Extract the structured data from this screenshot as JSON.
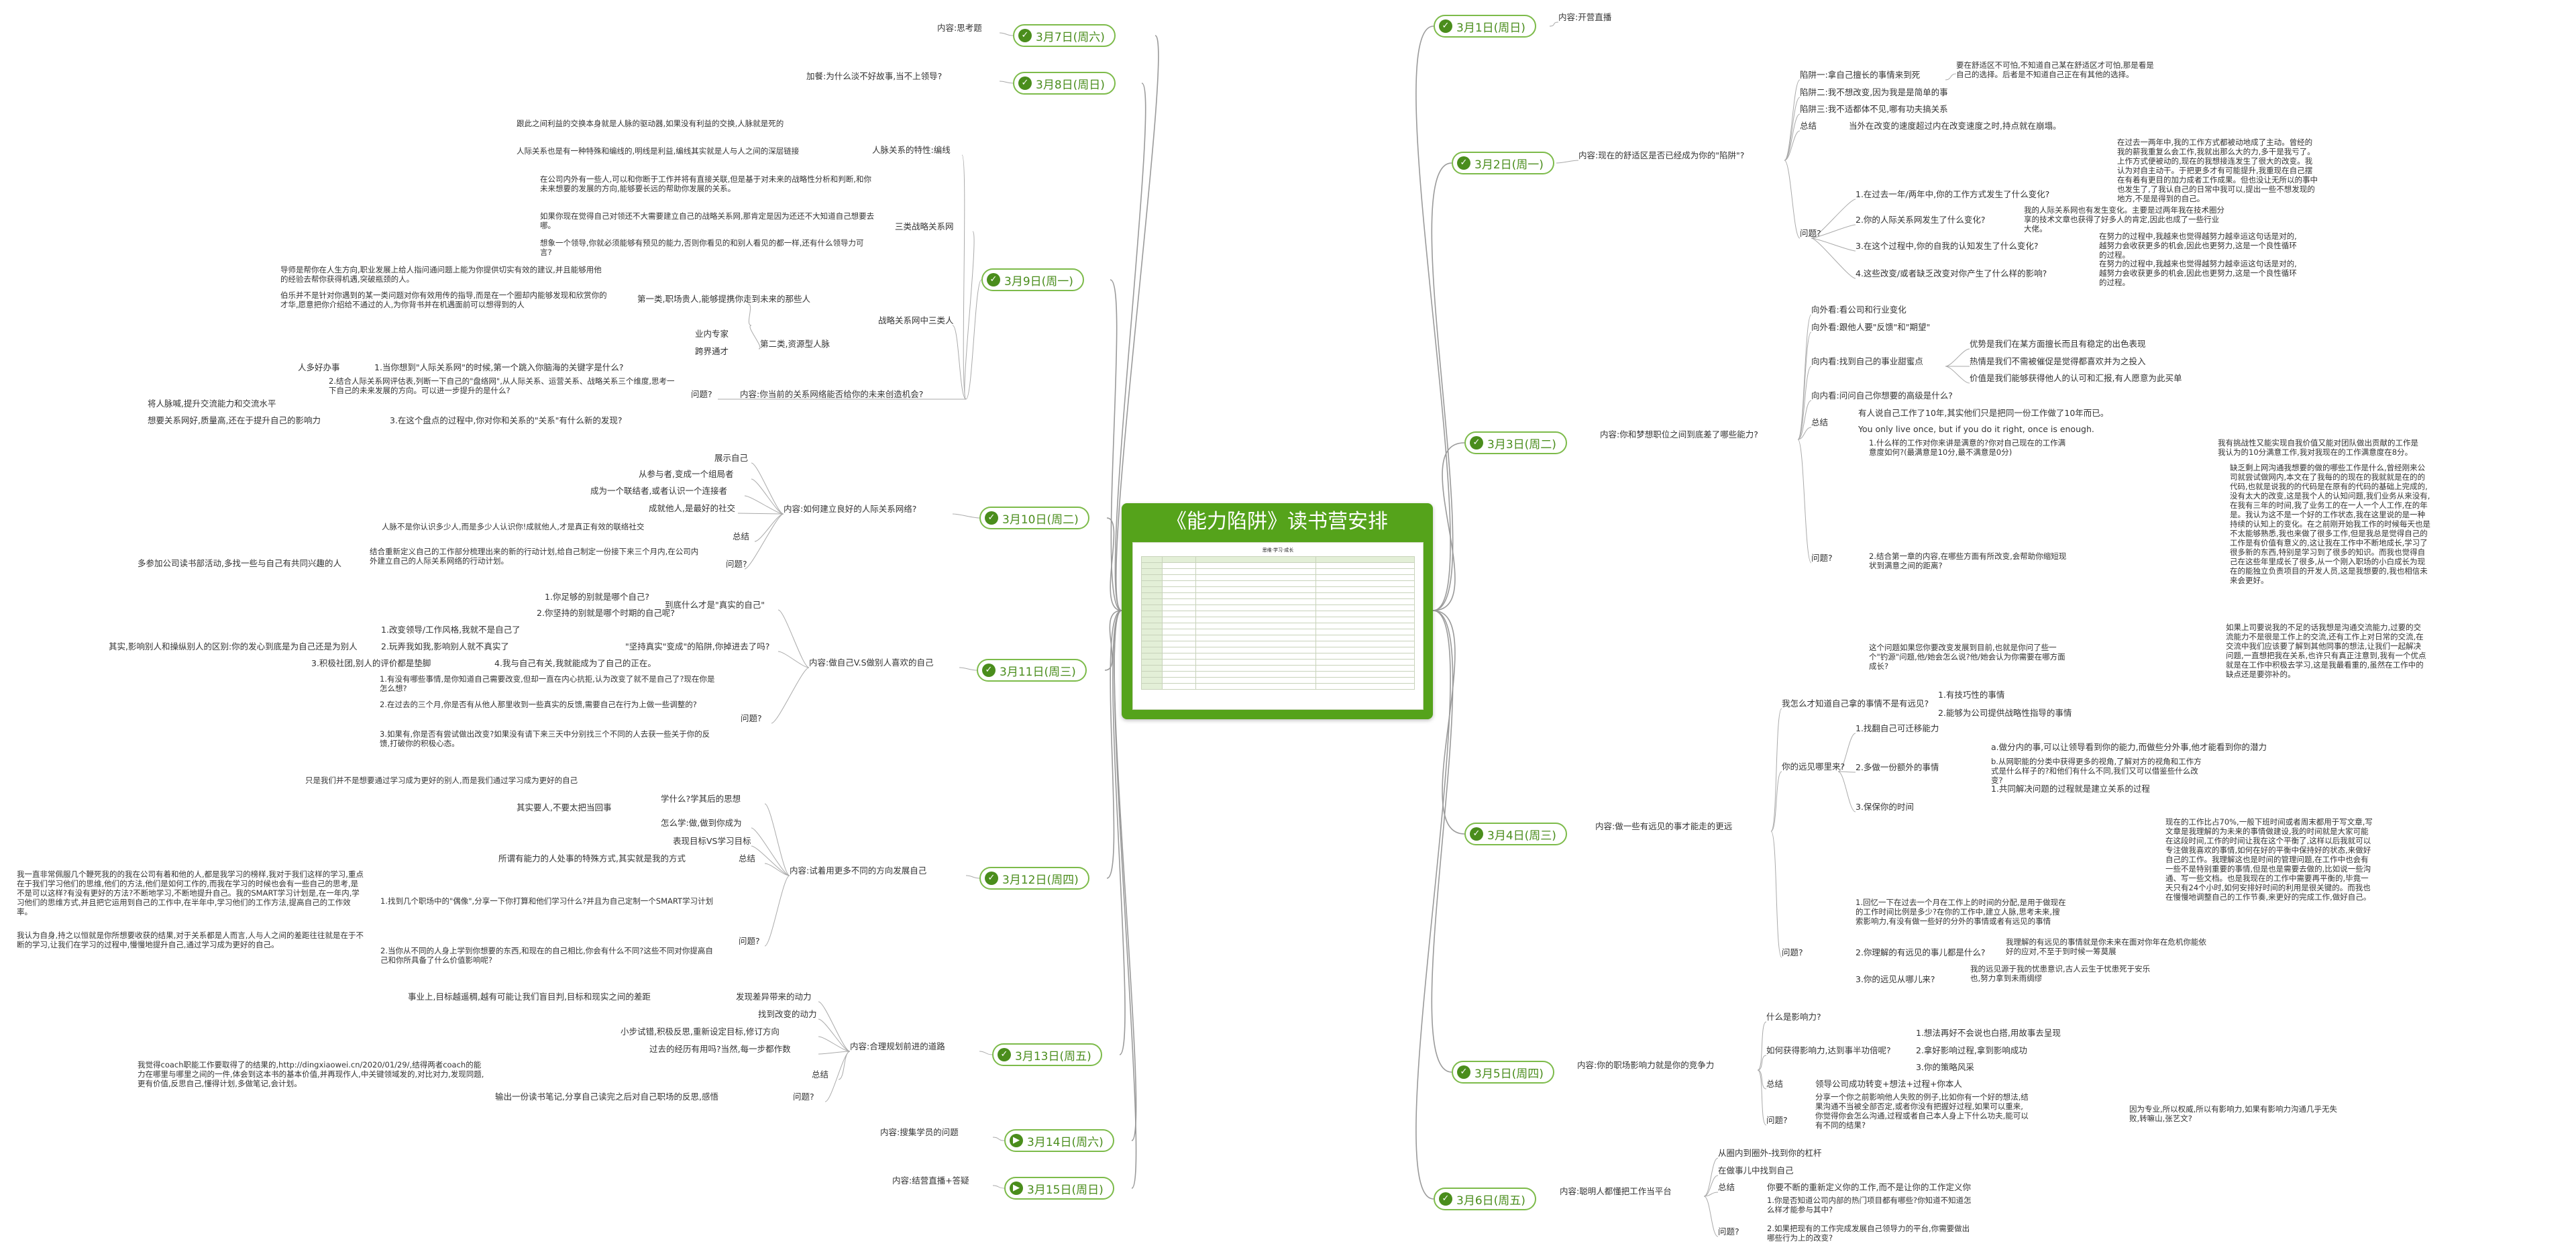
{
  "title": "《能力陷阱》读书营安排",
  "thumbnail_title": "思维·学习·成长",
  "days": {
    "r1": {
      "label": "3月1日(周日)",
      "content": "内容:开营直播"
    },
    "r2": {
      "label": "3月2日(周一)",
      "content": "内容:现在的舒适区是否已经成为你的\"陷阱\"?"
    },
    "r3": {
      "label": "3月3日(周二)",
      "content": "内容:你和梦想职位之间到底差了哪些能力?"
    },
    "r4": {
      "label": "3月4日(周三)",
      "content": "内容:做一些有远见的事才能走的更远"
    },
    "r5": {
      "label": "3月5日(周四)",
      "content": "内容:你的职场影响力就是你的竞争力"
    },
    "r6": {
      "label": "3月6日(周五)",
      "content": "内容:聪明人都懂把工作当平台"
    },
    "l7": {
      "label": "3月7日(周六)",
      "content": "内容:思考题"
    },
    "l8": {
      "label": "3月8日(周日)",
      "content": "加餐:为什么淡不好故事,当不上领导?"
    },
    "l9": {
      "label": "3月9日(周一)",
      "content": "内容:你当前的关系网络能否给你的未来创造机会?"
    },
    "l10": {
      "label": "3月10日(周二)",
      "content": "内容:如何建立良好的人际关系网络?"
    },
    "l11": {
      "label": "3月11日(周三)",
      "content": "内容:做自己V.S做别人喜欢的自己"
    },
    "l12": {
      "label": "3月12日(周四)",
      "content": "内容:试着用更多不同的方向发展自己"
    },
    "l13": {
      "label": "3月13日(周五)",
      "content": "内容:合理规划前进的道路"
    },
    "l14": {
      "label": "3月14日(周六)",
      "content": "内容:搜集学员的问题"
    },
    "l15": {
      "label": "3月15日(周日)",
      "content": "内容:结营直播+答疑"
    }
  },
  "r2_nodes": {
    "trap1": "陷阱一:拿自己擅长的事情来到死",
    "trap1_note": "要在舒适区不可怕,不知道自己某在舒适区才可怕,那是看是自己的选择。后者是不知道自己正在有其他的选择。",
    "trap2": "陷阱二:我不想改变,因为我是是简单的事",
    "trap3": "陷阱三:我不适都体不见,哪有功夫搞关系",
    "summary_label": "总结",
    "summary": "当外在改变的速度超过内在改变速度之时,持点就在崩塌。",
    "q_label": "问题?",
    "q1": "1.在过去一年/两年中,你的工作方式发生了什么变化?",
    "q1_ans": "在过去一两年中,我的工作方式都被动地成了主动。曾经的我的薪我重复么会工作,我就出那么大的力,多干是我亏了。上作方式便被动的,现在的我想接连发生了很大的改变。我认为对自主动干。于把更多才有可能提升,我重现在自己摆在有着有更目的加力成者工作成果。但也没让无所以的事中也发生了,了我认自己的日常中我可以,提出一些不想发现的地方,不是是得到的自己。",
    "q2": "2.你的人际关系网发生了什么变化?",
    "q2_ans": "我的人际关系网也有发生变化。主要是过两年我在技术圈分享的技术文章也获得了好多人的肯定,因此也成了一些行业大佬。",
    "q3": "3.在这个过程中,你的自我的认知发生了什么变化?",
    "q3_ans": "在努力的过程中,我越来也觉得越努力越幸运这句话是对的,越努力会收获更多的机会,因此也更努力,这是一个良性循环的过程。",
    "q4": "4.这些改变/或者缺乏改变对你产生了什么样的影响?",
    "q4_ans": "在努力的过程中,我越来也觉得越努力越幸运这句话是对的,越努力会收获更多的机会,因此也更努力,这是一个良性循环的过程。"
  },
  "r3_nodes": {
    "a1": "向外看:看公司和行业变化",
    "a2": "向外看:跟他人要\"反馈\"和\"期望\"",
    "a3": "向内看:找到自己的事业甜蜜点",
    "a3_1": "优势是我们在某方面擅长而且有稳定的出色表现",
    "a3_2": "热情是我们不需被催促是觉得都喜欢并为之投入",
    "a3_3": "价值是我们能够获得他人的认可和汇报,有人愿意为此买单",
    "a4": "向内看:问问自己你想要的高级是什么?",
    "summary_label": "总结",
    "s1": "有人说自己工作了10年,其实他们只是把同一份工作做了10年而已。",
    "s2": "You only live once, but if you do it right, once is enough.",
    "q_label": "问题?",
    "q1": "1.什么样的工作对你来讲是满意的?你对自己现在的工作满意度如何?(最满意是10分,最不满意是0分)",
    "q1_ans": "我有挑战性又能实现自我价值又能对团队做出贡献的工作是我认为的10分满意工作,我对我现在的工作满意度在8分。",
    "q2": "2.结合第一章的内容,在哪些方面有所改变,会帮助你缩短现状到满意之间的距离?",
    "q2_ans": "缺乏剩上网沟通我想要的做的哪些工作是什么,曾经刚来公司就尝试做网内,本文在了我每的的现在的我就就是在的的代码,也就是说我的的代码是在原有的代码的基础上完成的,没有太大的改变,这是我个人的认知问题,我们业务从来没有,在我有三年的时间,我了业务工的在一人一个人工作,在的年是。我认为这不是一个好的工作状态,我在这里说的是一种持续的认知上的变化。在之前刚开始我工作的时候每天也是不太能够熟悉,我也来做了很多工作,但是我总是觉得自己的工作是有价值有意义的,这让我在工作中不断地成长,学习了很多新的东西,特别是学习到了很多的知识。而我也觉得自己在这些年里成长了很多,从一个刚入职场的小白成长为现在的能独立负责项目的开发人员,这是我想要的,我也相信未来会更好。",
    "q3": "这个问题如果您你要改变发展到目前,也就是你问了些一个\"钓源\"问题,他/她会怎么说?他/她会认为你需要在哪方面成长?",
    "q3_ans": "如果上司要说我的不足的话我想是沟通交流能力,过要的交流能力不是很是工作上的交流,还有工作上对日常的交流,在交流中我们应该要了解到其他同事的想法,让我们一起解决问题,一直想把我在关系,也许只有真正注意到,我有一个优点就是在工作中积极去学习,这是我最看重的,虽然在工作中的缺点还是要弥补的。"
  },
  "r4_nodes": {
    "a1": "我怎么才知道自己拿的事情不是有远见?",
    "a1_1": "1.有技巧性的事情",
    "a1_2": "2.能够为公司提供战略性指导的事情",
    "a2": "你的远见哪里来?",
    "a2_1": "1.找翻自己可迁移能力",
    "a2_2": "2.多做一份额外的事情",
    "a2_2a": "a.做分内的事,可以让领导看到你的能力,而做些分外事,他才能看到你的潜力",
    "a2_2b": "b.从网职能的分类中获得更多的视角,了解对方的视角和工作方式是什么样子的?和他们有什么不同,我们又可以借鉴些什么改变?",
    "a2_3": "3.保保你的时间",
    "a2_3_1": "1.共同解决问题的过程就是建立关系的过程",
    "q_label": "问题?",
    "q1": "1.回忆一下在过去一个月在工作上的时间的分配,是用于做现在的工作时间比例是多少?在你的工作中,建立人脉,思考未来,搜索影响力,有没有做一些好的分外的事情或者有远见的事情",
    "q1_ans": "现在的工作比占70%,一般下班时间或者周末都用于写文章,写文章是我理解的为未来的事情做建设,我的时间就是大家可能在这段时间,工作的时间让我在这个平衡了,这样以后我就可以专注做我喜欢的事情,如何在好的平衡中保持好的状态,来做好自己的工作。我理解这也是时间的管理问题,在工作中也会有一些不是特别重要的事情,但是也是需要去做的,比如说一些沟通、写一些文档。也是我现在的工作中需要再平衡的,毕竟一天只有24个小时,如何安排好时间的利用是很关键的。而我也在慢慢地调整自己的工作节奏,来更好的完成工作,做好自己。",
    "q2": "2.你理解的有远见的事儿都是什么?",
    "q2_ans": "我理解的有远见的事情就是你未来在面对你年在危机你能依好的应对,不至于到时候一筹莫展",
    "q3": "3.你的远见从哪儿来?",
    "q3_ans": "我的远见源于我的忧患意识,古人云生于忧患死于安乐也,努力拿到未雨绸缪"
  },
  "r5_nodes": {
    "a1": "什么是影响力?",
    "a2": "如何获得影响力,达到事半功倍呢?",
    "a2_1": "1.想法再好不会说也白搭,用故事去呈现",
    "a2_2": "2.拿好影响过程,拿到影响成功",
    "a2_3": "3.你的策略风采",
    "summary_label": "总结",
    "summary": "领导公司成功转变+想法+过程+你本人",
    "q_label": "问题?",
    "q1": "分享一个你之前影响他人失败的例子,比如你有一个好的想法,结果沟通不当被全部否定,或者你没有把握好过程,如果可以重来,你觉得你会怎么沟通,过程或者自己本人身上下什么功夫,能可以有不同的结果?",
    "q1_ans": "因为专业,所以权威,所以有影响力,如果有影响力沟通几乎无失败,转嘛山,张艺文?"
  },
  "r6_nodes": {
    "a1": "从圈内到圈外-找到你的杠杆",
    "a2": "在做事儿中找到自己",
    "summary_label": "总结",
    "summary": "你要不断的重新定义你的工作,而不是让你的工作定义你",
    "q_label": "问题?",
    "q1": "1.你是否知道公司内部的热门项目都有哪些?你知道不知道怎么样才能参与其中?",
    "q2": "2.如果把现有的工作完成发展自己领导力的平台,你需要做出哪些行为上的改变?"
  },
  "l9_nodes": {
    "b1": "人脉关系的特性:编线",
    "b1_1": "跟此之间利益的交换本身就是人脉的驱动器,如果没有利益的交换,人脉就是死的",
    "b1_2": "人际关系也是有一种特殊和编线的,明线是利益,编线其实就是人与人之间的深层链接",
    "b2": "三类战略关系网",
    "b2_1": "在公司内外有一些人,可以和你断于工作并将有直接关联,但是基于对未来的战略性分析和判断,和你未来想要的发展的方向,能够要长远的帮助你发展的关系。",
    "b2_2": "如果你现在觉得自己对领还不大需要建立自己的战略关系网,那肯定是因为还还不大知道自己想要去哪。",
    "b2_3": "想象一个领导,你就必须能够有预见的能力,否则你看见的和别人看见的都一样,还有什么领导力可言?",
    "b3": "战略关系网中三类人",
    "b3_1": "第一类,职场贵人,能够提携你走到未来的那些人",
    "b3_1a": "导师是帮你在人生方向,职业发展上给人指问通问题上能为你提供切实有效的建议,并且能够用他的经验去帮你获得机遇,突破瓶颈的人。",
    "b3_1b": "伯乐并不是针对你遇到的某一类问题对你有效用传的指导,而是在一个圈却内能够发现和欣赏你的才华,愿意把你介绍给不通过的人,为你背书并在机遇面前可以想得到的人",
    "b3_2": "第二类,资源型人脉",
    "b3_2a": "业内专家",
    "b3_2b": "跨界通才",
    "q_label": "问题?",
    "q1": "1.当你想到\"人际关系网\"的时候,第一个跳入你脑海的关键字是什么?",
    "q1_ans": "人多好办事",
    "q2": "2.结合人际关系网评估表,列断一下自己的\"盘络网\",从人际关系、运营关系、战略关系三个维度,思考一下自己的未来发展的方向。可以进一步提升的是什么?",
    "q2_ans": "将人脉喊,提升交流能力和交流水平",
    "q3": "3.在这个盘点的过程中,你对你和关系的\"关系\"有什么新的发现?",
    "q3_ans": "想要关系网好,质量高,还在于提升自己的影响力"
  },
  "l10_nodes": {
    "b1": "展示自己",
    "b2": "从参与者,变成一个组局者",
    "b3": "成为一个联结者,或者认识一个连接者",
    "b4": "成就他人,是最好的社交",
    "summary_label": "总结",
    "summary": "人脉不是你认识多少人,而是多少人认识你!成就他人,才是真正有效的联络社交",
    "q_label": "问题?",
    "q1": "结合重新定义自己的工作部分梳理出来的新的行动计划,给自己制定一份接下来三个月内,在公司内外建立自己的人际关系网络的行动计划。",
    "q1_ans": "多参加公司读书部活动,多找一些与自己有共同兴趣的人"
  },
  "l11_nodes": {
    "b1": "1.你足够的别就是哪个自己?",
    "b2": "2.你坚持的别就是哪个时期的自己呢?",
    "b1b2": "到底什么才是\"真实的自己\"",
    "b3": "1.改变领导/工作风格,我就不是自己了",
    "b4": "2.玩弄我如我,影响别人就不真实了",
    "b5": "3.积极社团,别人的评价都是垫脚",
    "b345": "\"坚持真实\"变成\"的陷阱,你掉进去了吗?",
    "b345_note": "其实,影响别人和操纵别人的区别:你的发心到底是为自己还是为别人",
    "b6": "4.我与自己有关,我就能成为了自己的正在。",
    "q_label": "问题?",
    "q1": "1.有没有哪些事情,是你知道自己需要改变,但却一直在内心抗拒,认为改变了就不是自己了?现在你是怎么想?",
    "q2": "2.在过去的三个月,你是否有从他人那里收到一些真实的反馈,需要自己在行为上做一些调整的?",
    "q3": "3.如果有,你是否有尝试做出改变?如果没有请下来三天中分别找三个不同的人去获一些关于你的反馈,打破你的积极心态。"
  },
  "l12_nodes": {
    "b0": "只是我们并不是想要通过学习成为更好的别人,而是我们通过学习成为更好的自己",
    "b1": "学什么?学其后的思想",
    "b1_1": "其实要人,不要太把当回事",
    "b2": "怎么学:做,做到你成为",
    "b3": "表现目标VS学习目标",
    "b4": "所谓有能力的人处事的特殊方式,其实就是我的方式",
    "summary_label": "总结",
    "q_label": "问题?",
    "q1": "1.找到几个职场中的\"偶像\",分享一下你打算和他们学习什么?并且为自己定制一个SMART学习计划",
    "q1_ans": "我一直非常佩服几个鞭死我的的我在公司有着和他的人,都是我学习的榜样,我对于我们这样的学习,重点在于我们学习他们的思维,他们的方法,他们是如何工作的,而我在学习的时候也会有一些自己的思考,是不是可以这样?有没有更好的方法?不断地学习,不断地提升自己。我的SMART学习计划是,在一年内,学习他们的思维方式,并且把它运用到自己的工作中,在半年中,学习他们的工作方法,提高自己的工作效率。",
    "q2": "2.当你从不同的人身上学到你想要的东西,和现在的自己相比,你会有什么不同?这些不同对你提高自己和你所具备了什么价值影响呢?",
    "q2_ans": "我认为自身,持之以恒就是你所想要收获的结果,对于关系都是人而言,人与人之间的差距往往就是在于不断的学习,让我们在学习的过程中,慢慢地提升自己,通过学习成为更好的自己。"
  },
  "l13_nodes": {
    "b1": "事业上,目标越遥稠,越有可能让我们盲目判,目标和现实之间的差距",
    "b1_1": "发现差异带来的动力",
    "b2": "找到改变的动力",
    "b3": "小步试错,积极反思,重新设定目标,修订方向",
    "b4": "过去的经历有用吗?当然,每一步都作数",
    "summary_label": "总结",
    "q_label": "问题?",
    "q1": "输出一份读书笔记,分享自己读完之后对自己职场的反思,感悟",
    "q1_ans": "我觉得coach职能工作要取得了的结果的,http://dingxiaowei.cn/2020/01/29/,结得两者coach的能力在哪里与哪里之间的一件,体会到这本书的基本价值,并再现作人,中关键领域发的,对比对力,发现同题,更有价值,反思自己,懂得计划,多做笔记,会计划。"
  }
}
